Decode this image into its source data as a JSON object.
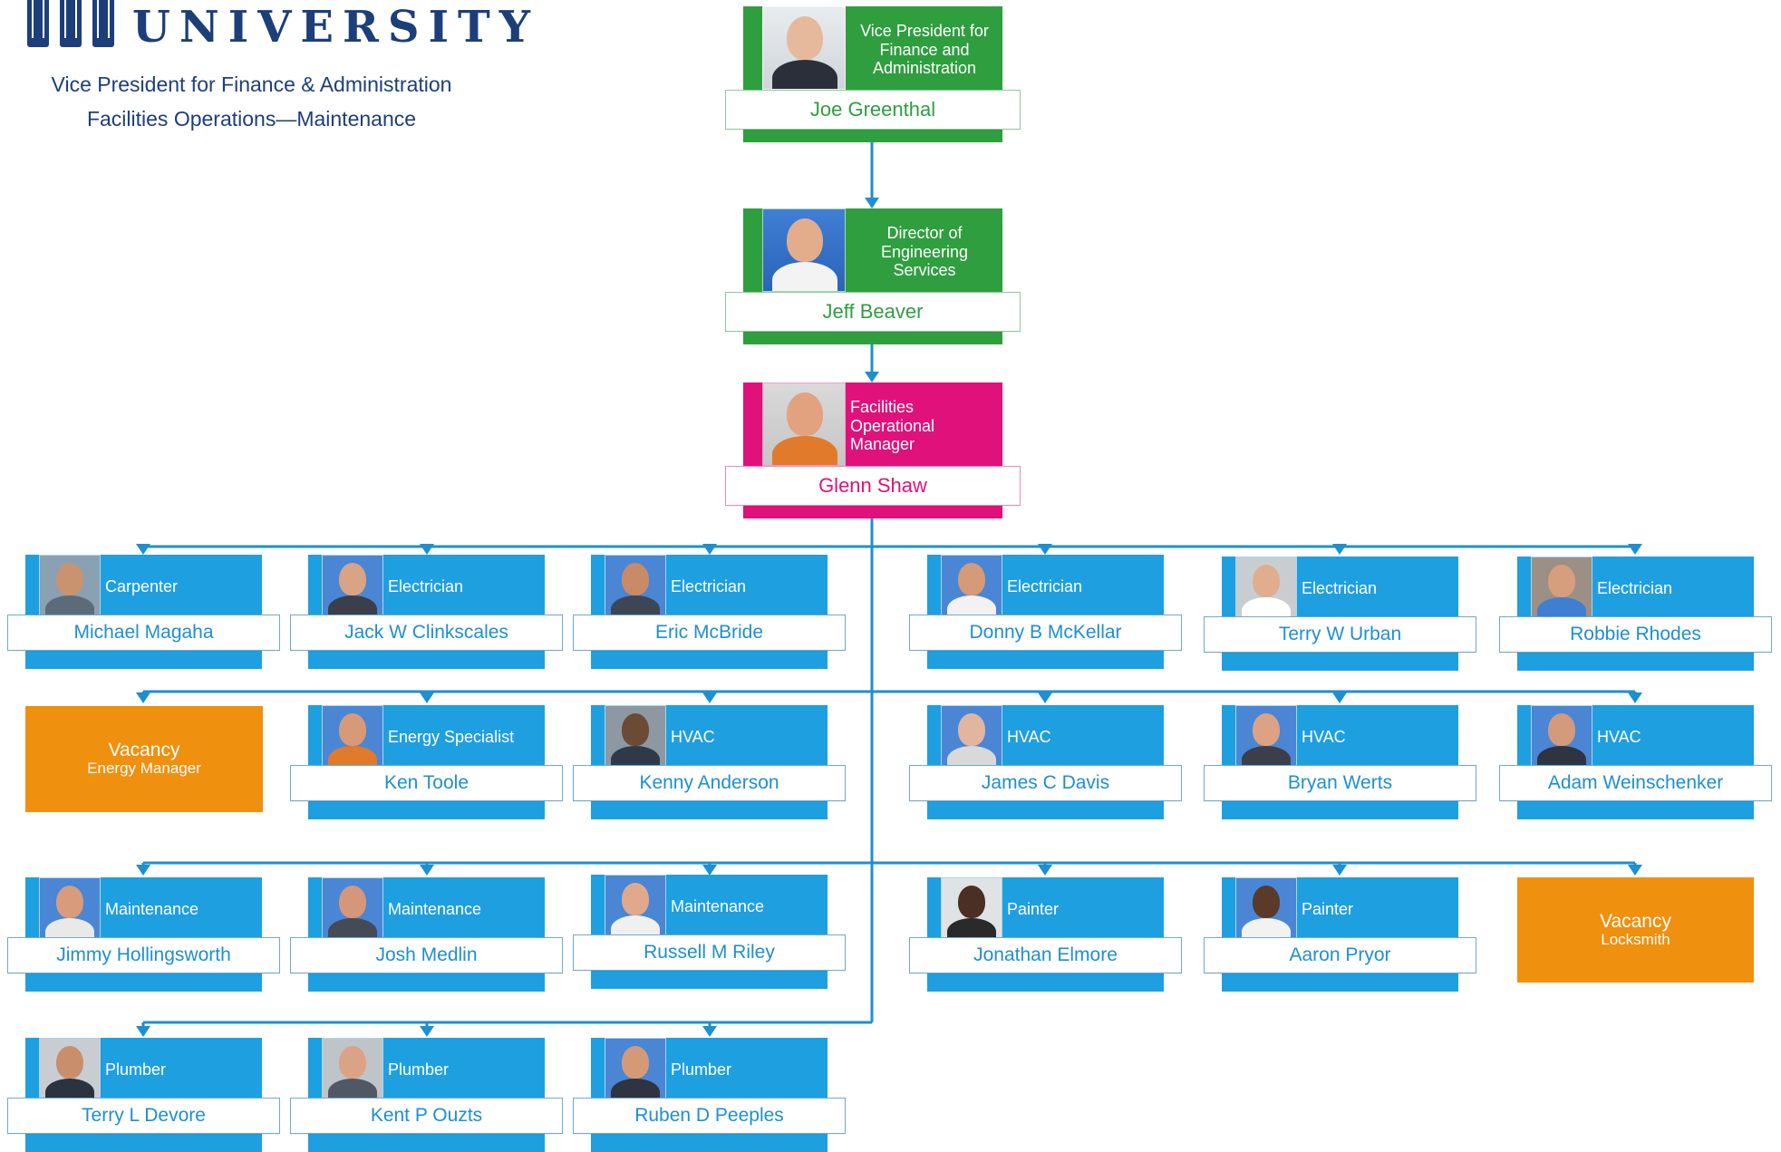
{
  "header": {
    "university": "UNIVERSITY",
    "line1": "Vice President for Finance & Administration",
    "line2": "Facilities Operations—Maintenance"
  },
  "colors": {
    "navy": "#1c3f79",
    "line": "#1e8fd0",
    "blue": "#1e9fe0",
    "green": "#2f9e3f",
    "pink": "#e0117a",
    "orange": "#f0900f"
  },
  "leaders": [
    {
      "role": "Vice President for Finance and Administration",
      "name": "Joe Greenthal"
    },
    {
      "role": "Director of Engineering Services",
      "name": "Jeff Beaver"
    },
    {
      "role": "Facilities Operational Manager",
      "name": "Glenn Shaw"
    }
  ],
  "staff": [
    {
      "role": "Carpenter",
      "name": "Michael Magaha"
    },
    {
      "role": "Electrician",
      "name": "Jack W Clinkscales"
    },
    {
      "role": "Electrician",
      "name": "Eric McBride"
    },
    {
      "role": "Electrician",
      "name": "Donny B McKellar"
    },
    {
      "role": "Electrician",
      "name": "Terry W Urban"
    },
    {
      "role": "Electrician",
      "name": "Robbie Rhodes"
    },
    {
      "vacancy": true,
      "title": "Vacancy",
      "role": "Energy Manager"
    },
    {
      "role": "Energy Specialist",
      "name": "Ken Toole"
    },
    {
      "role": "HVAC",
      "name": "Kenny Anderson"
    },
    {
      "role": "HVAC",
      "name": "James C Davis"
    },
    {
      "role": "HVAC",
      "name": "Bryan Werts"
    },
    {
      "role": "HVAC",
      "name": "Adam Weinschenker"
    },
    {
      "role": "Maintenance",
      "name": "Jimmy Hollingsworth"
    },
    {
      "role": "Maintenance",
      "name": "Josh Medlin"
    },
    {
      "role": "Maintenance",
      "name": "Russell M Riley"
    },
    {
      "role": "Painter",
      "name": "Jonathan Elmore"
    },
    {
      "role": "Painter",
      "name": "Aaron Pryor"
    },
    {
      "vacancy": true,
      "title": "Vacancy",
      "role": "Locksmith"
    },
    {
      "role": "Plumber",
      "name": "Terry L Devore"
    },
    {
      "role": "Plumber",
      "name": "Kent P Ouzts"
    },
    {
      "role": "Plumber",
      "name": "Ruben D Peeples"
    }
  ]
}
